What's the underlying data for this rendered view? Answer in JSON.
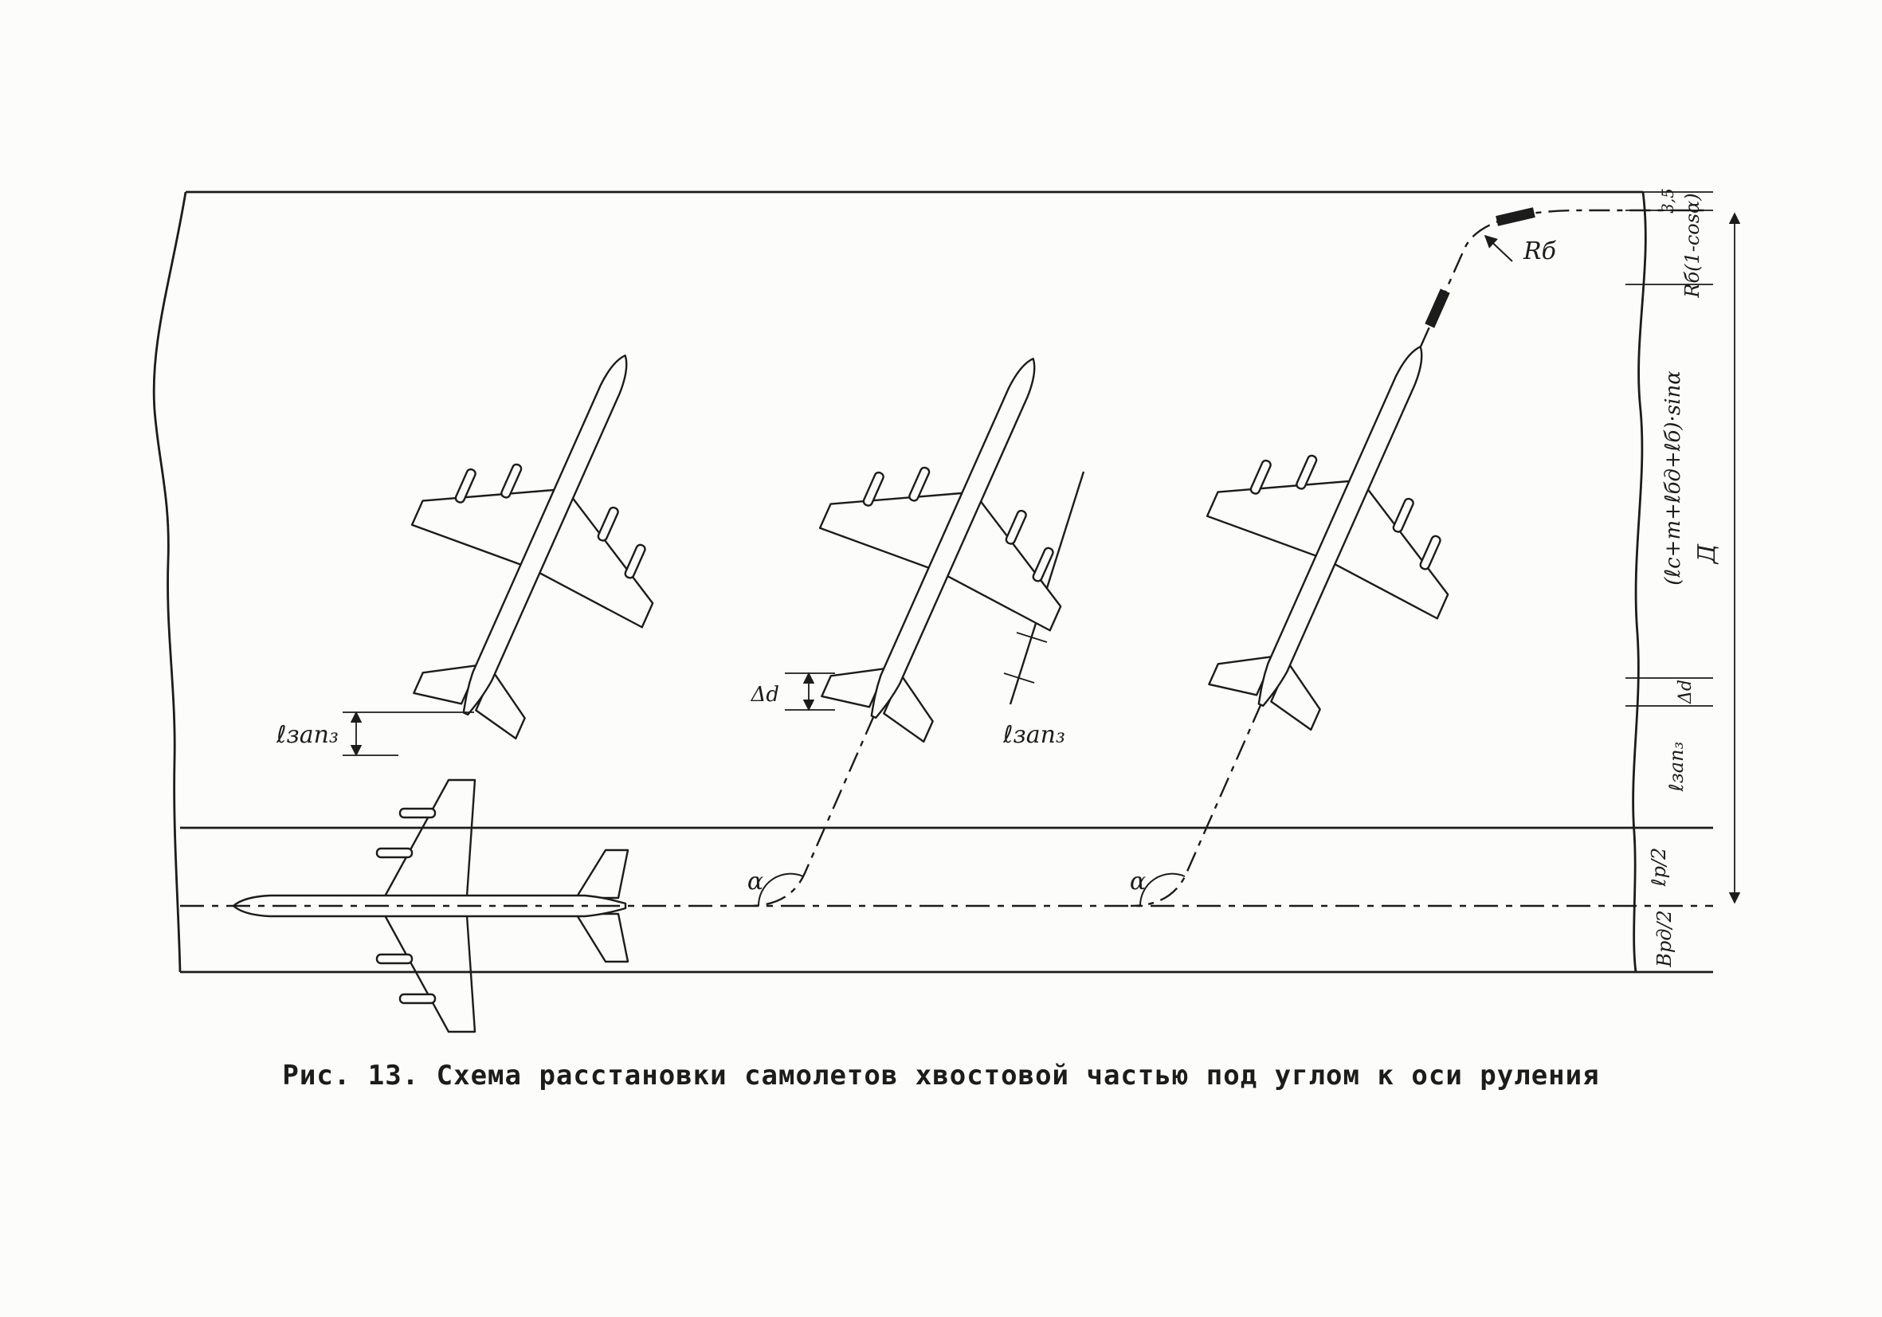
{
  "caption": "Рис. 13. Схема расстановки самолетов хвостовой частью под углом к оси руления",
  "labels": {
    "turn_radius": "Rб",
    "alpha": "α",
    "l_zap": "ℓзап₃",
    "delta_d": "Δd"
  },
  "dimensions": {
    "edge_offset": "3,5",
    "turn_rise": "Rб(1-cosα)",
    "stand_depth": "(ℓс+m+ℓбд+ℓб)·sinα",
    "total_depth": "Д",
    "delta_d": "Δd",
    "l_zap": "ℓзап₃",
    "half_taxiway_width": "ℓр/2",
    "half_strip_width": "Врд/2"
  },
  "colors": {
    "ink": "#1c1c1c",
    "paper": "#fcfcfa"
  }
}
